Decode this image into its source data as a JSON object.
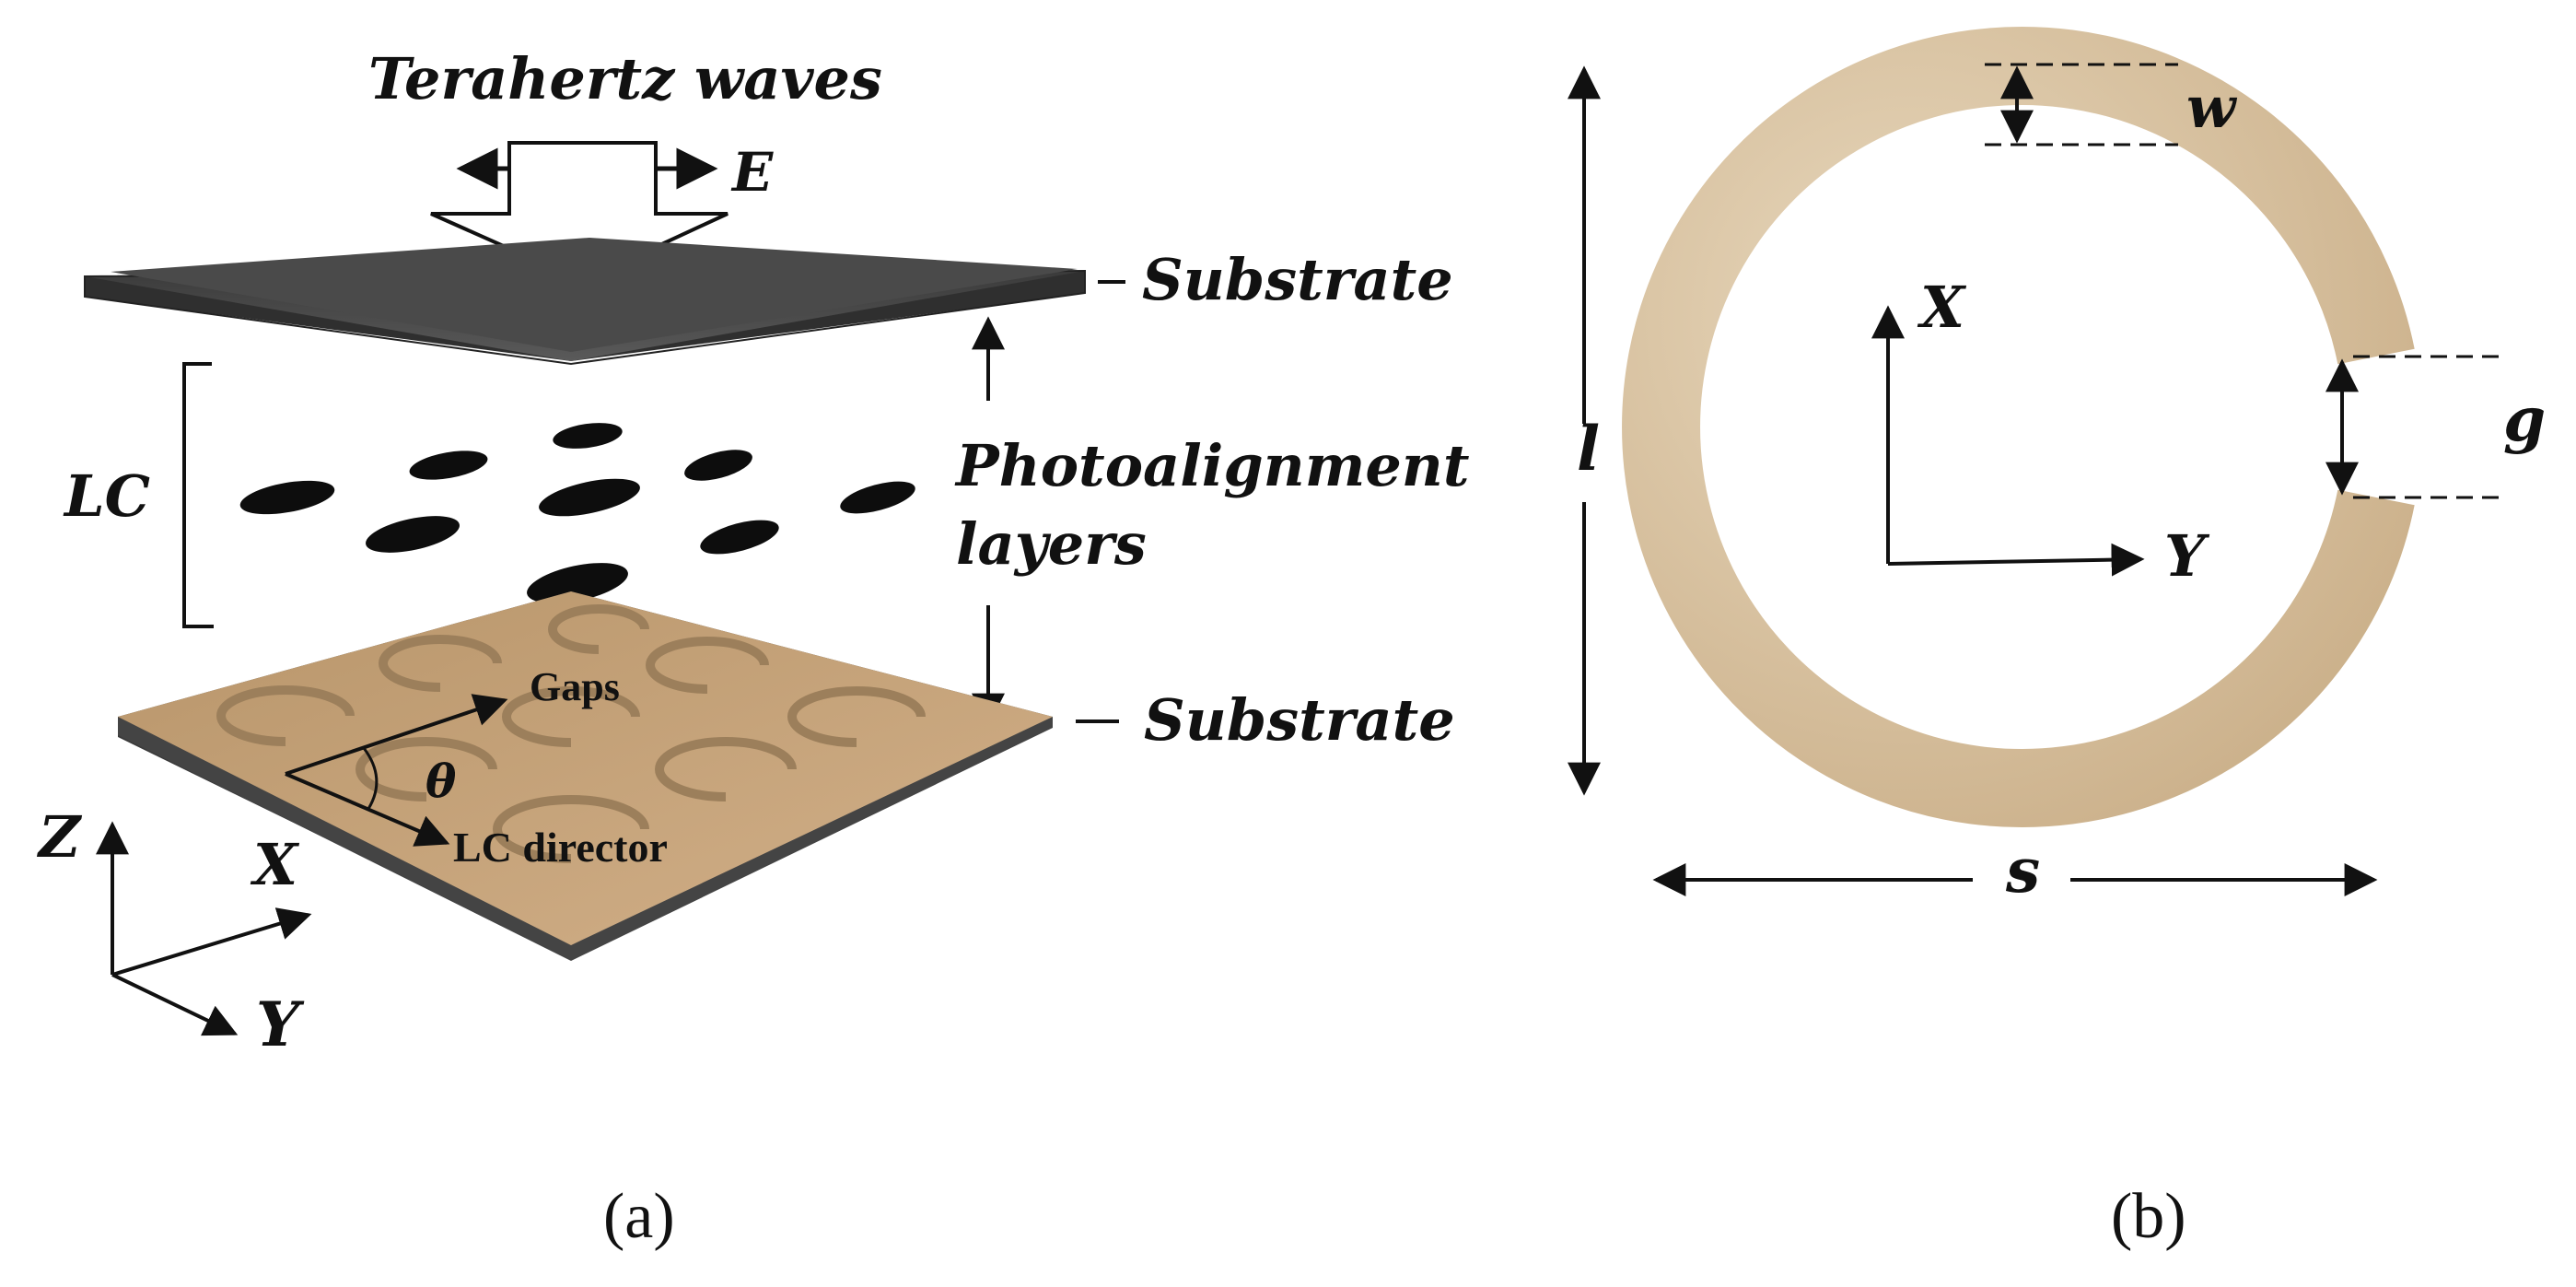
{
  "panel_a": {
    "wave_label": "Terahertz waves",
    "field_label": "E",
    "top_substrate_label": "Substrate",
    "bottom_substrate_label": "Substrate",
    "lc_label": "LC",
    "photo_label_line1": "Photoalignment",
    "photo_label_line2": "layers",
    "gaps_label": "Gaps",
    "theta_label": "θ",
    "director_label": "LC director",
    "axis_z": "Z",
    "axis_x": "X",
    "axis_y": "Y",
    "caption": "(a)"
  },
  "panel_b": {
    "w_label": "w",
    "g_label": "g",
    "l_label": "l",
    "s_label": "s",
    "axis_x": "X",
    "axis_y": "Y",
    "caption": "(b)"
  },
  "colors": {
    "substrate_top": "#4a4a4a",
    "substrate_gold": "#c7a57a",
    "ring": "#dcc8a8",
    "lc_molecule": "#0d0d0d"
  }
}
